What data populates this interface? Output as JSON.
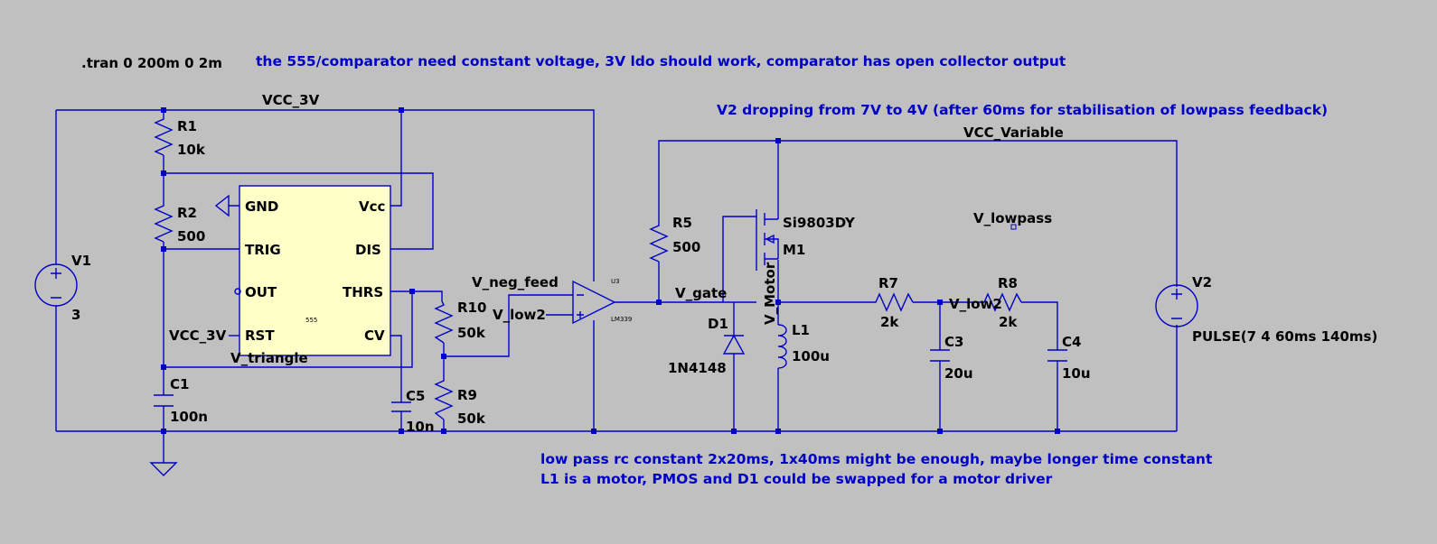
{
  "directive": ".tran 0 200m 0 2m",
  "notes": {
    "top": "the 555/comparator need constant voltage, 3V ldo should work, comparator has open collector output",
    "v2_drop": "V2 dropping from 7V to 4V (after 60ms for stabilisation of lowpass feedback)",
    "bottom_1": "low pass rc constant 2x20ms, 1x40ms  might be enough, maybe longer time constant",
    "bottom_2": "L1 is a motor, PMOS and D1 could be swapped for a motor driver"
  },
  "nets": {
    "vcc_3v": "VCC_3V",
    "vcc_3v_rst": "VCC_3V",
    "vcc_variable": "VCC_Variable",
    "v_neg_feed": "V_neg_feed",
    "v_low2_comp": "V_low2",
    "v_gate": "V_gate",
    "v_motor": "V_Motor",
    "v_low2": "V_low2",
    "v_lowpass": "V_lowpass",
    "v_triangle": "V_triangle"
  },
  "timer_555": {
    "pins": {
      "gnd": "GND",
      "vcc": "Vcc",
      "trig": "TRIG",
      "dis": "DIS",
      "out": "OUT",
      "thrs": "THRS",
      "rst": "RST",
      "cv": "CV"
    },
    "model": "555"
  },
  "comparator": {
    "ref": "U3",
    "model": "LM339"
  },
  "components": {
    "v1": {
      "ref": "V1",
      "value": "3"
    },
    "r1": {
      "ref": "R1",
      "value": "10k"
    },
    "r2": {
      "ref": "R2",
      "value": "500"
    },
    "c1": {
      "ref": "C1",
      "value": "100n"
    },
    "c5": {
      "ref": "C5",
      "value": "10n"
    },
    "r10": {
      "ref": "R10",
      "value": "50k"
    },
    "r9": {
      "ref": "R9",
      "value": "50k"
    },
    "r5": {
      "ref": "R5",
      "value": "500"
    },
    "m1": {
      "ref": "M1",
      "value": "Si9803DY"
    },
    "d1": {
      "ref": "D1",
      "value": "1N4148"
    },
    "l1": {
      "ref": "L1",
      "value": "100u"
    },
    "r7": {
      "ref": "R7",
      "value": "2k"
    },
    "r8": {
      "ref": "R8",
      "value": "2k"
    },
    "c3": {
      "ref": "C3",
      "value": "20u"
    },
    "c4": {
      "ref": "C4",
      "value": "10u"
    },
    "v2": {
      "ref": "V2",
      "value": "PULSE(7 4 60ms 140ms)"
    }
  },
  "colors": {
    "background": "#c0c0c0",
    "wire": "#0000c8",
    "chip_fill": "#ffffc8",
    "label": "#000000"
  }
}
